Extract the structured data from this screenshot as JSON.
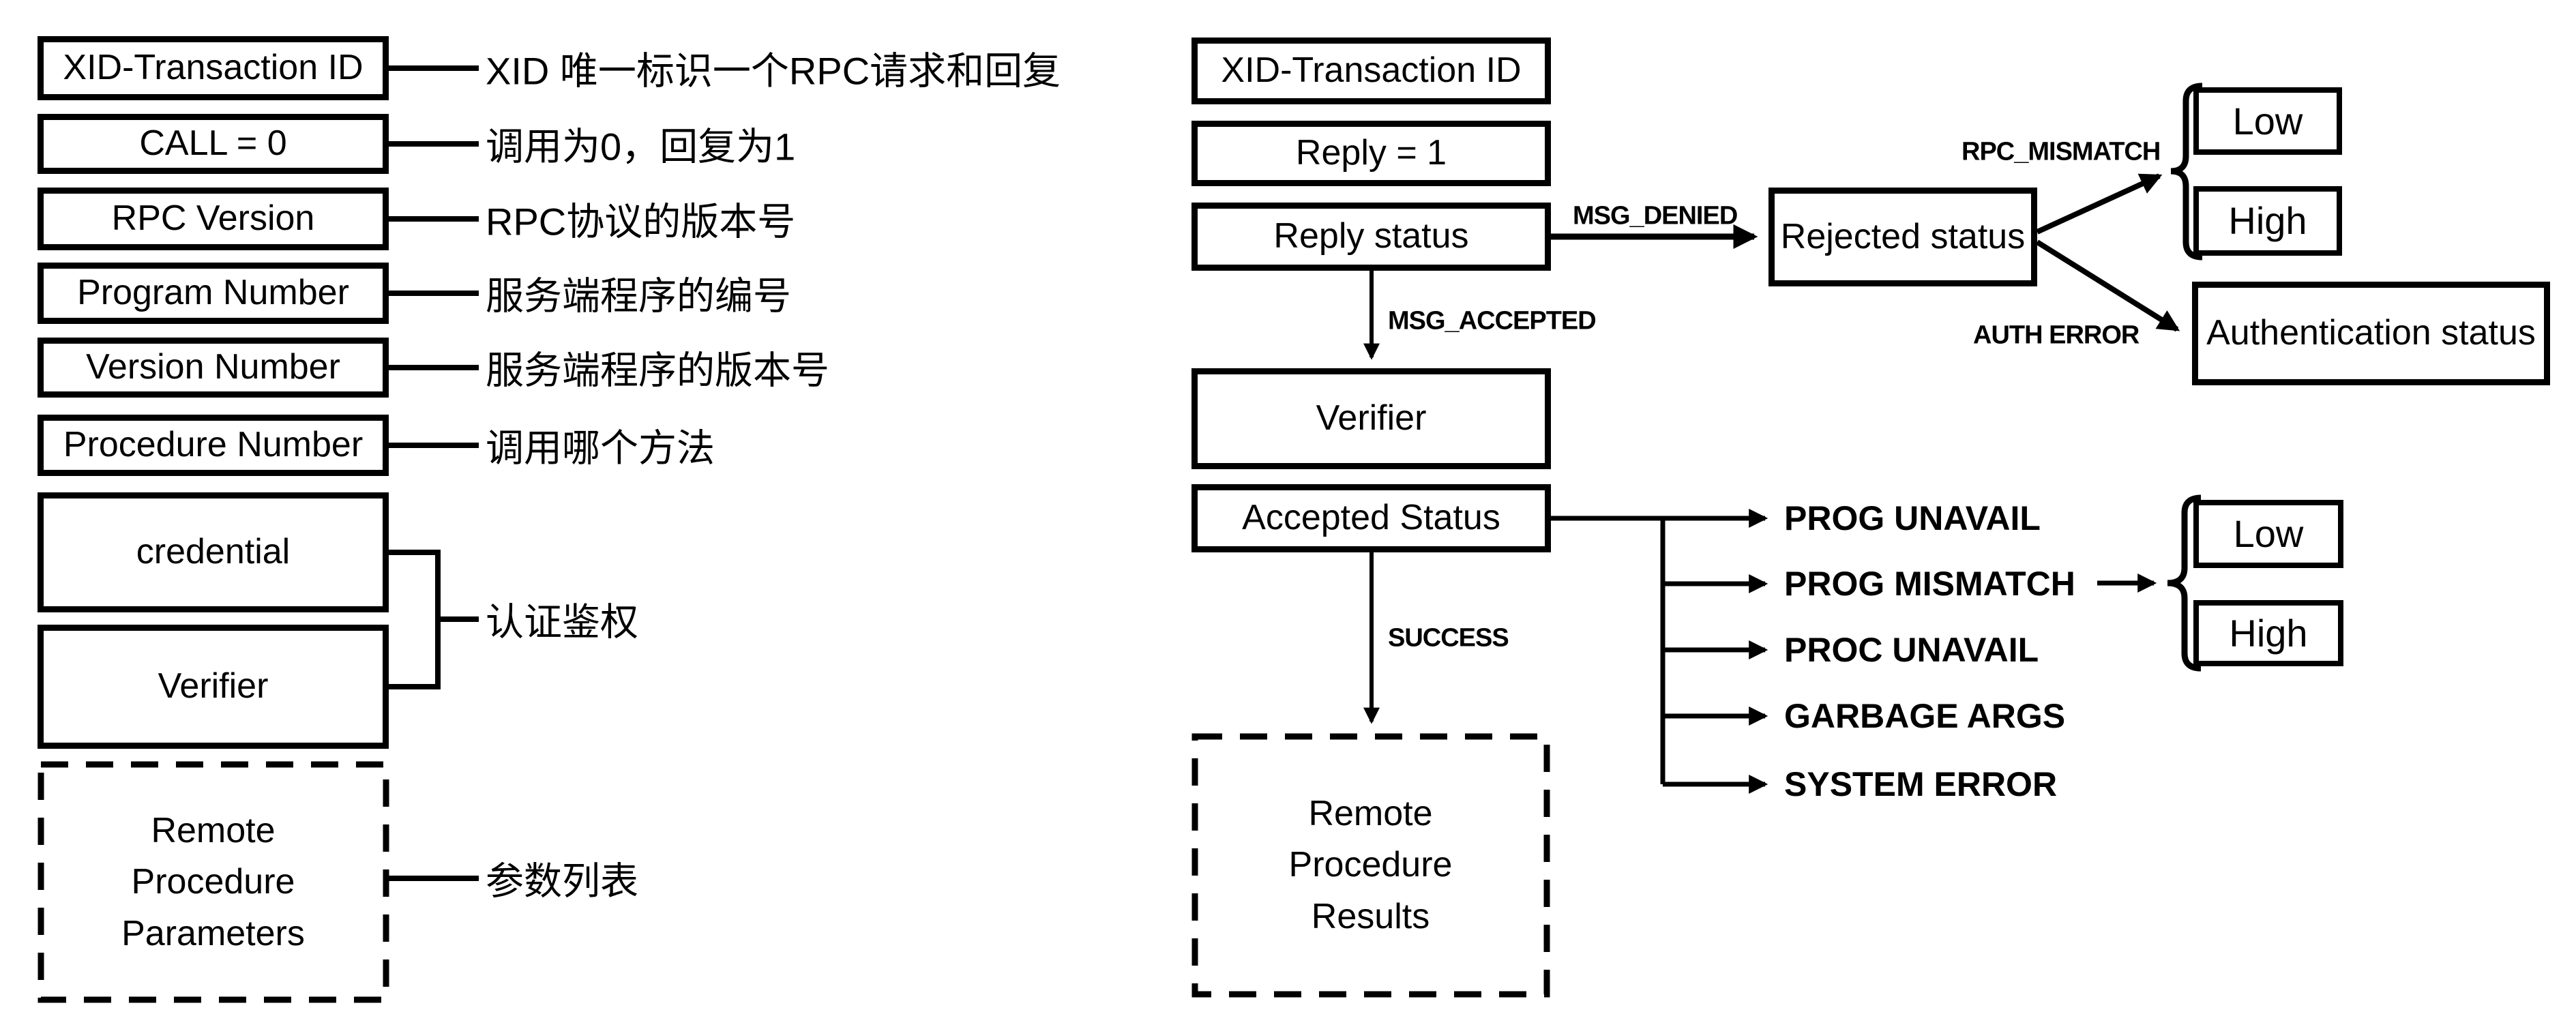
{
  "diagram": {
    "call_message": {
      "fields": [
        {
          "label": "XID-Transaction ID",
          "note": "XID 唯一标识一个RPC请求和回复"
        },
        {
          "label": "CALL = 0",
          "note": "调用为0，回复为1"
        },
        {
          "label": "RPC Version",
          "note": "RPC协议的版本号"
        },
        {
          "label": "Program Number",
          "note": "服务端程序的编号"
        },
        {
          "label": "Version Number",
          "note": "服务端程序的版本号"
        },
        {
          "label": "Procedure Number",
          "note": "调用哪个方法"
        }
      ],
      "credential_label": "credential",
      "verifier_label": "Verifier",
      "auth_note": "认证鉴权",
      "parameters_label": "Remote Procedure Parameters",
      "parameters_note": "参数列表"
    },
    "reply_message": {
      "xid_label": "XID-Transaction ID",
      "reply_label": "Reply = 1",
      "reply_status_label": "Reply status",
      "verifier_label": "Verifier",
      "accepted_status_label": "Accepted Status",
      "results_label": "Remote Procedure Results",
      "msg_denied": "MSG_DENIED",
      "msg_accepted": "MSG_ACCEPTED",
      "success": "SUCCESS",
      "rejected_status_label": "Rejected status",
      "rpc_mismatch": "RPC_MISMATCH",
      "auth_error": "AUTH ERROR",
      "rejected_low": "Low",
      "rejected_high": "High",
      "authentication_status_label": "Authentication status",
      "accepted_errors": [
        "PROG UNAVAIL",
        "PROG MISMATCH",
        "PROC UNAVAIL",
        "GARBAGE ARGS",
        "SYSTEM ERROR"
      ],
      "mismatch_low": "Low",
      "mismatch_high": "High"
    },
    "colors": {
      "ink": "#000000",
      "background": "#ffffff"
    }
  }
}
